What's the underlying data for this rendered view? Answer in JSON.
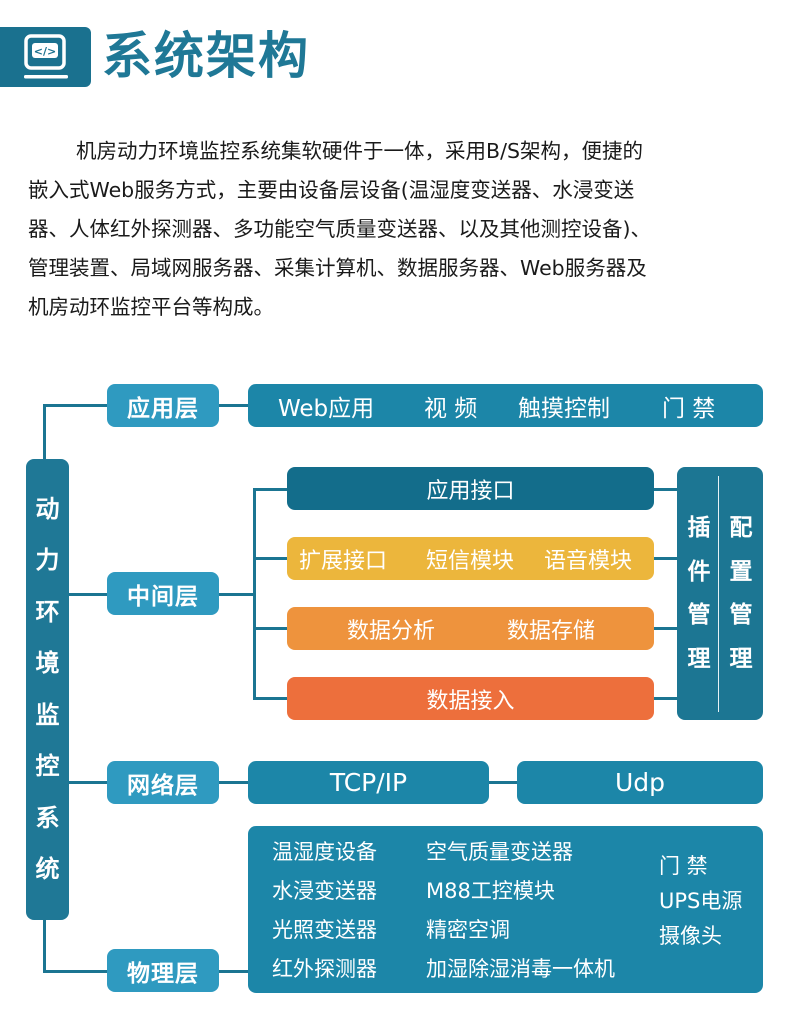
{
  "header": {
    "icon": "code-monitor-icon",
    "title": "系统架构"
  },
  "intro": {
    "lines": [
      "机房动力环境监控系统集软硬件于一体，采用B/S架构，便捷的",
      "嵌入式Web服务方式，主要由设备层设备(温湿度变送器、水浸变送",
      "器、人体红外探测器、多功能空气质量变送器、以及其他测控设备)、",
      "管理装置、局域网服务器、采集计算机、数据服务器、Web服务器及",
      "机房动环监控平台等构成。"
    ]
  },
  "diagram": {
    "root": {
      "chars": [
        "动",
        "力",
        "环",
        "境",
        "监",
        "控",
        "系",
        "统"
      ],
      "label": "动力环境监控系统"
    },
    "layers": {
      "application": {
        "label": "应用层",
        "items": [
          "Web应用",
          "视 频",
          "触摸控制",
          "门 禁"
        ]
      },
      "middle": {
        "label": "中间层",
        "rows": [
          {
            "items": [
              "应用接口"
            ],
            "color": "#136d8b"
          },
          {
            "items": [
              "扩展接口",
              "短信模块",
              "语音模块"
            ],
            "color": "#ecb63c"
          },
          {
            "items": [
              "数据分析",
              "数据存储"
            ],
            "color": "#ee933d"
          },
          {
            "items": [
              "数据接入"
            ],
            "color": "#ed6f3c"
          }
        ],
        "side": {
          "left": [
            "插",
            "件",
            "管",
            "理"
          ],
          "right": [
            "配",
            "置",
            "管",
            "理"
          ],
          "left_label": "插件管理",
          "right_label": "配置管理"
        }
      },
      "network": {
        "label": "网络层",
        "items": [
          "TCP/IP",
          "Udp"
        ]
      },
      "physical": {
        "label": "物理层",
        "col1": [
          "温湿度设备",
          "水浸变送器",
          "光照变送器",
          "红外探测器"
        ],
        "col2": [
          "空气质量变送器",
          "M88工控模块",
          "精密空调",
          "加湿除湿消毒一体机"
        ],
        "col3": [
          "门 禁",
          "UPS电源",
          "摄像头"
        ]
      }
    }
  },
  "colors": {
    "title": "#1f7896",
    "layer_label": "#2f9ac0",
    "teal_bar": "#1c86a8",
    "dark_teal": "#136d8b",
    "yellow": "#ecb63c",
    "orange": "#ee933d",
    "red_orange": "#ed6f3c",
    "line": "#1b7592"
  }
}
